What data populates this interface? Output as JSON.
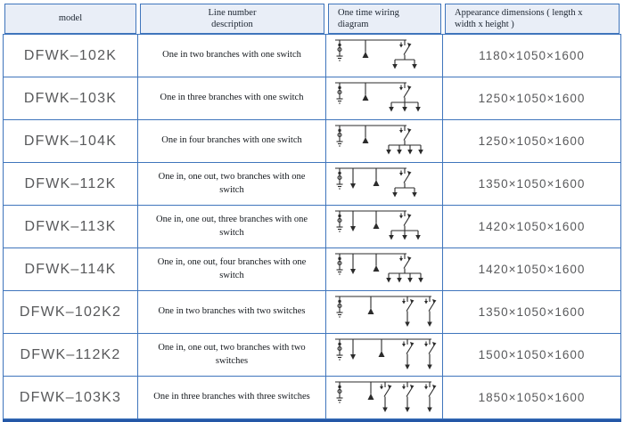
{
  "colors": {
    "grid_blue": "#3f75bc",
    "dark_blue": "#2457a7",
    "header_bg": "#e9eef7",
    "text_grey": "#58595b",
    "diagram_black": "#2b2b2b"
  },
  "header": {
    "model": "model",
    "line_number": "Line number\ndescription",
    "wiring": "One time wiring\ndiagram",
    "dimensions": "Appearance dimensions ( length x\nwidth x height )"
  },
  "rows": [
    {
      "model": "DFWK–102K",
      "description": "One in two branches with one switch",
      "dimensions": "1180×1050×1600",
      "diagram": {
        "type": "one-line-wiring",
        "style": "grouped",
        "outs": 0,
        "branches": 2,
        "switches": 1
      }
    },
    {
      "model": "DFWK–103K",
      "description": "One in three branches with one switch",
      "dimensions": "1250×1050×1600",
      "diagram": {
        "type": "one-line-wiring",
        "style": "grouped",
        "outs": 0,
        "branches": 3,
        "switches": 1
      }
    },
    {
      "model": "DFWK–104K",
      "description": "One in four branches with one switch",
      "dimensions": "1250×1050×1600",
      "diagram": {
        "type": "one-line-wiring",
        "style": "grouped",
        "outs": 0,
        "branches": 4,
        "switches": 1
      }
    },
    {
      "model": "DFWK–112K",
      "description": "One in, one out, two branches with one switch",
      "dimensions": "1350×1050×1600",
      "diagram": {
        "type": "one-line-wiring",
        "style": "grouped",
        "outs": 1,
        "branches": 2,
        "switches": 1
      }
    },
    {
      "model": "DFWK–113K",
      "description": "One in, one out, three branches with one switch",
      "dimensions": "1420×1050×1600",
      "diagram": {
        "type": "one-line-wiring",
        "style": "grouped",
        "outs": 1,
        "branches": 3,
        "switches": 1
      }
    },
    {
      "model": "DFWK–114K",
      "description": "One in, one out, four branches with one switch",
      "dimensions": "1420×1050×1600",
      "diagram": {
        "type": "one-line-wiring",
        "style": "grouped",
        "outs": 1,
        "branches": 4,
        "switches": 1
      }
    },
    {
      "model": "DFWK–102K2",
      "description": "One in two branches with two switches",
      "dimensions": "1350×1050×1600",
      "diagram": {
        "type": "one-line-wiring",
        "style": "individual",
        "outs": 0,
        "branches": 2,
        "switches": 2
      }
    },
    {
      "model": "DFWK–112K2",
      "description": "One in, one out, two branches with two switches",
      "dimensions": "1500×1050×1600",
      "diagram": {
        "type": "one-line-wiring",
        "style": "individual",
        "outs": 1,
        "branches": 2,
        "switches": 2
      }
    },
    {
      "model": "DFWK–103K3",
      "description": "One in three branches with three switches",
      "dimensions": "1850×1050×1600",
      "diagram": {
        "type": "one-line-wiring",
        "style": "individual",
        "outs": 0,
        "branches": 3,
        "switches": 3
      }
    }
  ]
}
